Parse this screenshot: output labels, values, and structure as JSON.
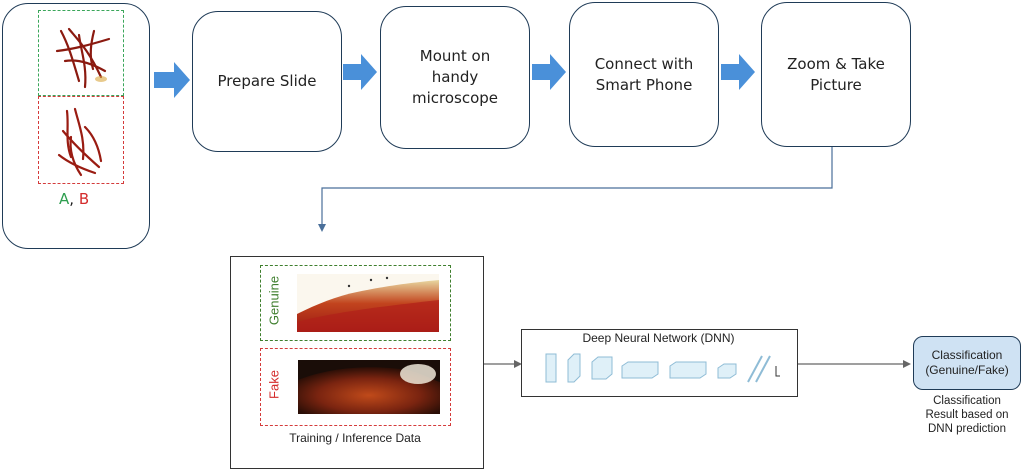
{
  "samples": {
    "label_a": "A",
    "label_sep": ",",
    "label_b": "B",
    "label_a_color": "#2e9e4f",
    "label_b_color": "#d42c2c"
  },
  "steps": [
    {
      "label": "Prepare Slide"
    },
    {
      "label": "Mount on handy microscope"
    },
    {
      "label": "Connect with Smart Phone"
    },
    {
      "label": "Zoom & Take Picture"
    }
  ],
  "data_panel": {
    "genuine_label": "Genuine",
    "genuine_color": "#3f7f2e",
    "fake_label": "Fake",
    "fake_color": "#d42c2c",
    "caption": "Training / Inference Data"
  },
  "dnn": {
    "title": "Deep Neural Network (DNN)"
  },
  "classification": {
    "box_label": "Classification (Genuine/Fake)",
    "result_text": "Classification Result based on DNN prediction"
  },
  "colors": {
    "arrow_fill": "#4a90d9",
    "box_border": "#1f3b57",
    "result_fill": "#cfe2f3"
  }
}
